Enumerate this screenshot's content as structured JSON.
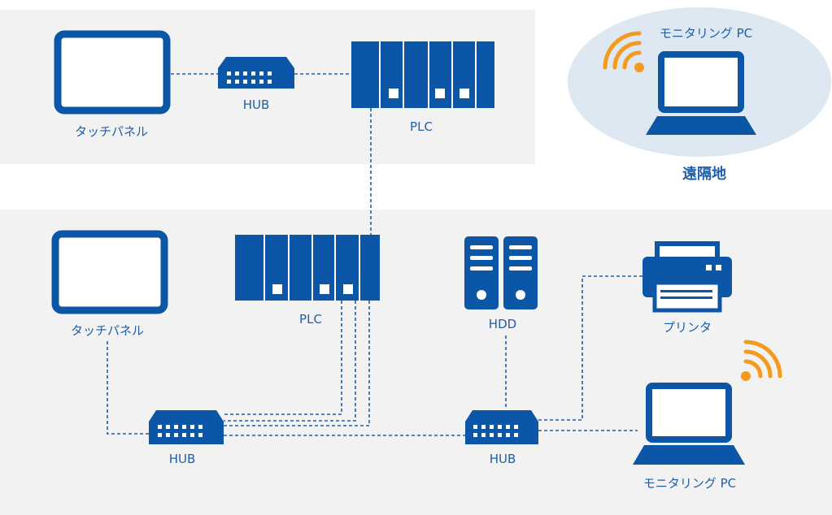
{
  "colors": {
    "primary": "#0b56a6",
    "label": "#1f5fa8",
    "panel_bg": "#f2f2f2",
    "remote_bg": "#dde8f3",
    "wifi": "#f39a1f"
  },
  "labels": {
    "top_touch_panel": "タッチパネル",
    "top_hub": "HUB",
    "top_plc": "PLC",
    "remote_pc": "モニタリング PC",
    "remote_site": "遠隔地",
    "bottom_touch_panel": "タッチパネル",
    "bottom_plc": "PLC",
    "hdd": "HDD",
    "printer": "プリンタ",
    "bottom_hub_left": "HUB",
    "bottom_hub_right": "HUB",
    "local_pc": "モニタリング PC"
  },
  "icons": {
    "touch_panel": "tablet-icon",
    "hub": "network-switch-icon",
    "plc": "plc-rack-icon",
    "pc": "laptop-icon",
    "hdd": "server-icon",
    "printer": "printer-icon",
    "wireless": "wifi-signal-icon"
  }
}
